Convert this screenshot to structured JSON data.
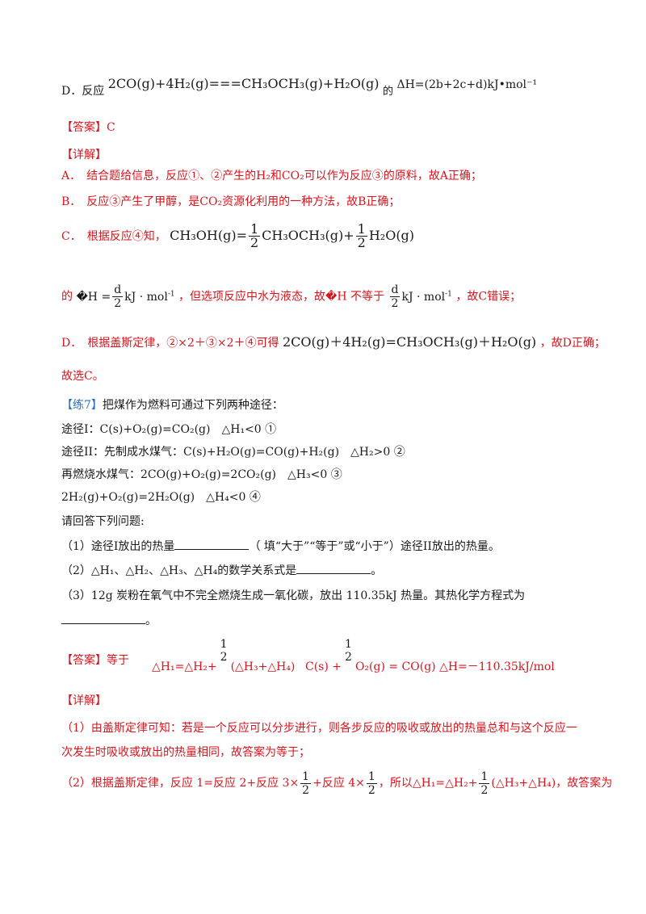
{
  "option_d": {
    "label": "D．反应",
    "equation": "2CO(g)+4H₂(g)===CH₃OCH₃(g)+H₂O(g)",
    "de": "的",
    "dh": "ΔH=(2b+2c+d)kJ•mol⁻¹"
  },
  "answer1": {
    "tag": "【答案】",
    "value": "C"
  },
  "detail1": {
    "tag": "【详解】"
  },
  "explain": {
    "a": "A．　结合题给信息，反应①、②产生的H₂和CO₂可以作为反应③的原料，故A正确；",
    "b": "B．　反应③产生了甲醇，是CO₂资源化利用的一种方法，故B正确；",
    "c_label": "C．　根据反应④知，",
    "c_lhs": "CH₃OH(g)=",
    "c_mid": "CH₃OCH₃(g)+",
    "c_end": "H₂O(g)",
    "half_num": "1",
    "half_den": "2",
    "c2_de": "的",
    "c2_h": "�H =",
    "d_num": "d",
    "d_den": "2",
    "unit": "kJ · mol",
    "unit_sup": "-1",
    "c2_text": "，但选项反应中水为液态，故�H 不等于",
    "c2_end": "，故C错误；",
    "d_label": "D．　根据盖斯定律，②×2＋③×2＋④可得",
    "d_eq": "2CO(g)＋4H₂(g)=CH₃OCH₃(g)＋H₂O(g)",
    "d_end": "，故D正确；",
    "choose": "故选C。"
  },
  "practice7": {
    "tag": "【练7】",
    "intro": "把煤作为燃料可通过下列两种途径：",
    "path1": "途径I：C(s)+O₂(g)=CO₂(g)　△H₁<0 ①",
    "path2": "途径II：先制成水煤气：C(s)+H₂O(g)=CO(g)+H₂(g)　△H₂>0 ②",
    "path3": "再燃烧水煤气：2CO(g)+O₂(g)=2CO₂(g)　△H₃<0 ③",
    "path4": "2H₂(g)+O₂(g)=2H₂O(g)　△H₄<0 ④",
    "ask": "请回答下列问题:",
    "q1_a": "（1）途径I放出的热量",
    "q1_b": "（ 填“大于”“等于”或“小于”）途径II放出的热量。",
    "q2_a": "（2）△H₁、△H₂、△H₃、△H₄的数学关系式是",
    "q2_b": "。",
    "q3": "（3）12g 炭粉在氧气中不完全燃烧生成一氧化碳，放出 110.35kJ 热量。其热化学方程式为",
    "q3_end": "。"
  },
  "answer2": {
    "tag": "【答案】",
    "a1": "等于",
    "a2_pre": "△H₁=△H₂+",
    "a2_post": "(△H₃+△H₄)",
    "a3_pre": "C(s) +",
    "a3_post": "O₂(g) = CO(g)  △H=－110.35kJ/mol"
  },
  "detail2": {
    "tag": "【详解】",
    "p1a": "（1）由盖斯定律可知：若是一个反应可以分步进行，则各步反应的吸收或放出的热量总和与这个反应一",
    "p1b": "次发生时吸收或放出的热量相同，故答案为等于；",
    "p2a": "（2）根据盖斯定律，反应 1=反应 2+反应 3×",
    "p2b": "+反应 4×",
    "p2c": "，所以△H₁=△H₂+",
    "p2d": "(△H₃+△H₄)，故答案为"
  }
}
